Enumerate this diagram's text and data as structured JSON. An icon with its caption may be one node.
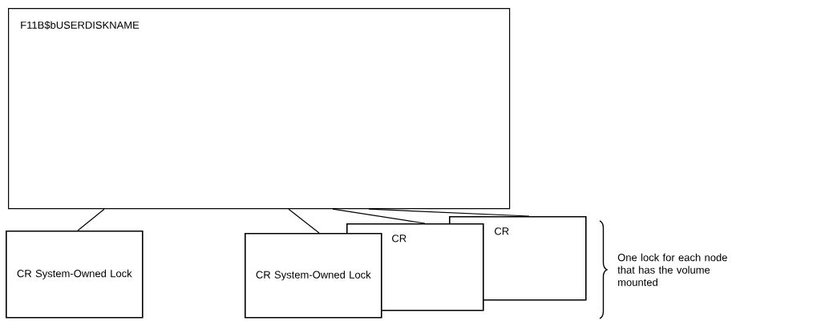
{
  "diagram": {
    "nodes": [
      {
        "text": [
          "F11B$bUSERDISKNAME"
        ]
      },
      {
        "text": [
          "CR System-Owned Lock"
        ]
      },
      {
        "text": [
          "CR System-Owned Lock"
        ]
      },
      {
        "text": [
          "CR"
        ]
      },
      {
        "text": [
          "CR"
        ]
      }
    ],
    "edges": [
      {
        "from": 0,
        "to": 1,
        "arrow": "none"
      },
      {
        "from": 0,
        "to": 2,
        "arrow": "none"
      },
      {
        "from": 0,
        "to": 3,
        "arrow": "none"
      },
      {
        "from": 0,
        "to": 4,
        "arrow": "none"
      }
    ],
    "labels": [
      "One lock for each node that has the volume mounted"
    ]
  }
}
